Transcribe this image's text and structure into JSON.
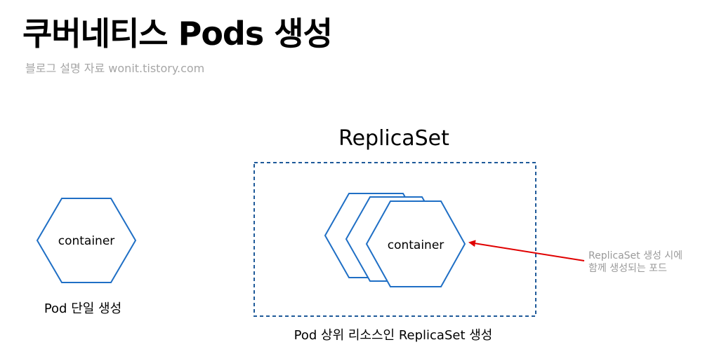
{
  "header": {
    "title": "쿠버네티스 Pods 생성",
    "subtitle": "블로그 설명 자료 wonit.tistory.com"
  },
  "single_pod": {
    "hex_label": "container",
    "caption": "Pod 단일 생성"
  },
  "replicaset": {
    "title": "ReplicaSet",
    "hex_label": "container",
    "caption": "Pod 상위 리소스인 ReplicaSet 생성"
  },
  "annotation": {
    "line1": "ReplicaSet 생성 시에",
    "line2": "함께 생성되는 포드"
  },
  "colors": {
    "hex_stroke": "#1f6fc5",
    "box_stroke": "#1f5a99",
    "arrow": "#e00000",
    "annotation_text": "#9a9a9a",
    "subtitle_text": "#a6a6a6"
  }
}
